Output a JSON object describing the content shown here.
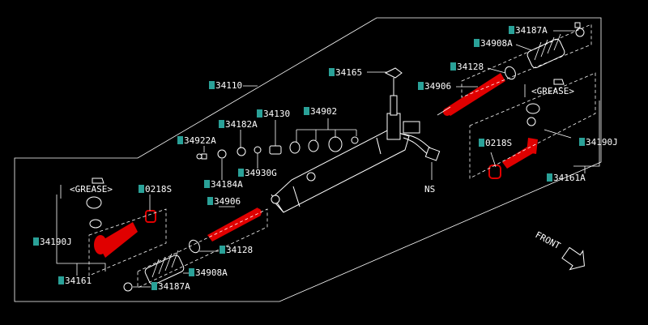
{
  "labels": {
    "p34187A_top": "34187A",
    "p34908A_top": "34908A",
    "p34128_top": "34128",
    "p34165": "34165",
    "p34906_top": "34906",
    "p34110": "34110",
    "grease_right": "<GREASE>",
    "p34130": "34130",
    "p34902": "34902",
    "p34182A": "34182A",
    "p34922A": "34922A",
    "p34930G": "34930G",
    "p34184A": "34184A",
    "p0218S_right": "0218S",
    "p34190J_right": "34190J",
    "p34161A": "34161A",
    "ns": "NS",
    "grease_left": "<GREASE>",
    "p0218S_left": "0218S",
    "p34906_bottom": "34906",
    "p34190J_left": "34190J",
    "p34128_bottom": "34128",
    "p34908A_bottom": "34908A",
    "p34161": "34161",
    "p34187A_bottom": "34187A",
    "front": "FRONT"
  }
}
